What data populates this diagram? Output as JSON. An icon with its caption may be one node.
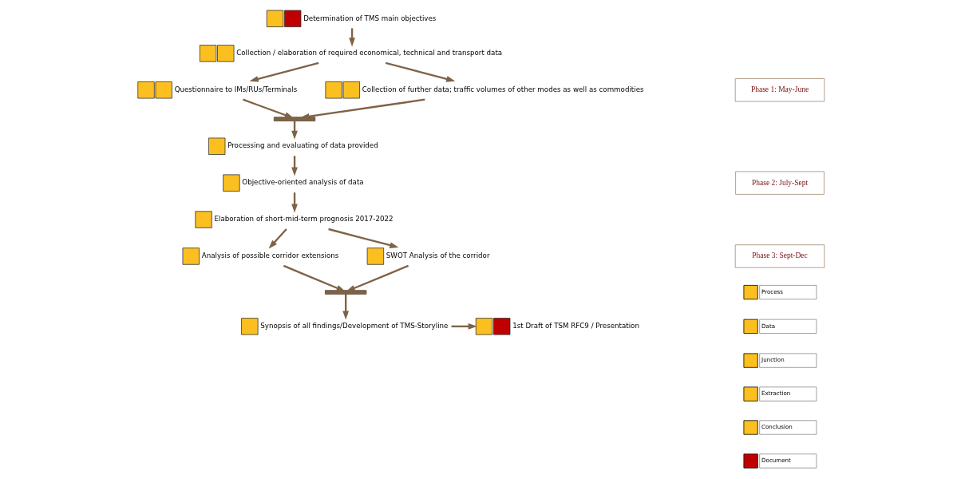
{
  "diagram": {
    "nodes": [
      {
        "text": [
          "Determination of TMS main objectives"
        ]
      },
      {
        "text": [
          "Collection / elaboration of required economical, technical and transport data"
        ]
      },
      {
        "text": [
          "Questionnaire to IMs/RUs/Terminals"
        ]
      },
      {
        "text": [
          "Collection of further data; traffic volumes of other modes as well as commodities"
        ]
      },
      {
        "text": [],
        "shape": "bar"
      },
      {
        "text": [
          "Processing and evaluating of data provided"
        ]
      },
      {
        "text": [
          "Objective-oriented analysis of data"
        ]
      },
      {
        "text": [
          "Elaboration of short-mid-term prognosis 2017-2022"
        ]
      },
      {
        "text": [
          "Analysis of possible corridor extensions"
        ]
      },
      {
        "text": [
          "SWOT Analysis of the corridor"
        ]
      },
      {
        "text": [],
        "shape": "bar"
      },
      {
        "text": [
          "Synopsis of all findings/Development of TMS-Storyline"
        ]
      },
      {
        "text": [
          "1st Draft of TSM RFC9 / Presentation"
        ]
      }
    ],
    "edges": [
      {
        "from": 0,
        "to": 1,
        "arrow": "to"
      },
      {
        "from": 1,
        "to": 2,
        "arrow": "to"
      },
      {
        "from": 1,
        "to": 3,
        "arrow": "to"
      },
      {
        "from": 2,
        "to": 4,
        "arrow": "to"
      },
      {
        "from": 3,
        "to": 4,
        "arrow": "to"
      },
      {
        "from": 4,
        "to": 5,
        "arrow": "to"
      },
      {
        "from": 5,
        "to": 6,
        "arrow": "to"
      },
      {
        "from": 6,
        "to": 7,
        "arrow": "to"
      },
      {
        "from": 7,
        "to": 8,
        "arrow": "to"
      },
      {
        "from": 7,
        "to": 9,
        "arrow": "to"
      },
      {
        "from": 8,
        "to": 10,
        "arrow": "to"
      },
      {
        "from": 9,
        "to": 10,
        "arrow": "to"
      },
      {
        "from": 10,
        "to": 11,
        "arrow": "to"
      },
      {
        "from": 11,
        "to": 12,
        "arrow": "to"
      }
    ],
    "labels": [
      "Phase 1: May-June",
      "Phase 2: July-Sept",
      "Phase 3: Sept-Dec"
    ],
    "legend": [
      {
        "text": "Process"
      },
      {
        "text": "Data"
      },
      {
        "text": "Junction"
      },
      {
        "text": "Extraction"
      },
      {
        "text": "Conclusion"
      },
      {
        "text": "Document"
      }
    ]
  }
}
